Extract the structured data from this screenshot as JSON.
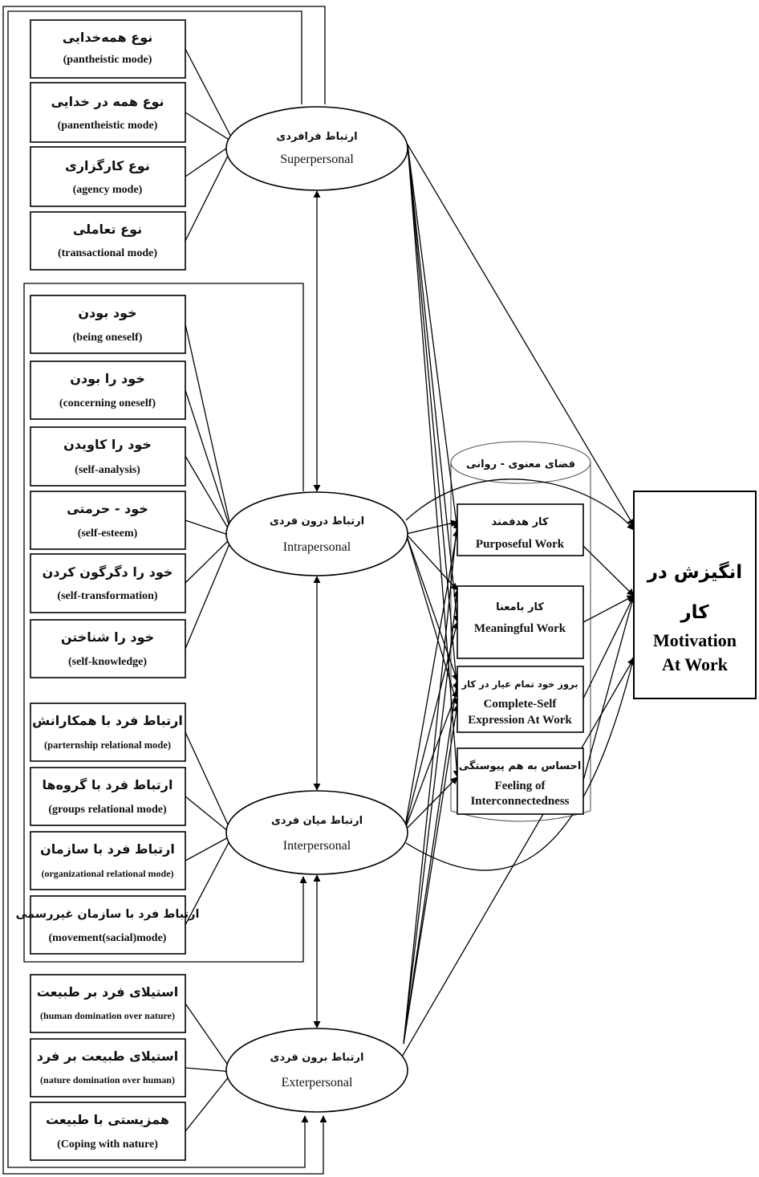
{
  "dimensions": {
    "superpersonal": {
      "fa": "ارتباط فرافردی",
      "en": "Superpersonal"
    },
    "intrapersonal": {
      "fa": "ارتباط درون فردی",
      "en": "Intrapersonal"
    },
    "interpersonal": {
      "fa": "ارتباط میان فردی",
      "en": "Interpersonal"
    },
    "exterpersonal": {
      "fa": "ارتباط برون فردی",
      "en": "Exterpersonal"
    }
  },
  "superpersonal_modes": [
    {
      "fa": "نوع همه‌خدایی",
      "en": "(pantheistic mode)"
    },
    {
      "fa": "نوع همه در خدایی",
      "en": "(panentheistic mode)"
    },
    {
      "fa": "نوع کارگزاری",
      "en": "(agency mode)"
    },
    {
      "fa": "نوع تعاملی",
      "en": "(transactional mode)"
    }
  ],
  "intrapersonal_modes": [
    {
      "fa": "خود بودن",
      "en": "(being oneself)"
    },
    {
      "fa": "خود را بودن",
      "en": "(concerning oneself)"
    },
    {
      "fa": "خود را کاویدن",
      "en": "(self-analysis)"
    },
    {
      "fa": "خود - حرمتی",
      "en": "(self-esteem)"
    },
    {
      "fa": "خود را دگرگون کردن",
      "en": "(self-transformation)"
    },
    {
      "fa": "خود را شناختن",
      "en": "(self-knowledge)"
    }
  ],
  "interpersonal_modes": [
    {
      "fa": "ارتباط فرد با همکارانش",
      "en": "(parternship relational mode)"
    },
    {
      "fa": "ارتباط فرد با گروه‌ها",
      "en": "(groups relational mode)"
    },
    {
      "fa": "ارتباط فرد با سازمان",
      "en": "(organizational relational mode)"
    },
    {
      "fa": "ارتباط فرد با سازمان غیررسمی",
      "en": "(movement(sacial)mode)"
    }
  ],
  "exterpersonal_modes": [
    {
      "fa": "استیلای فرد بر طبیعت",
      "en": "(human domination over nature)"
    },
    {
      "fa": "استیلای طبیعت بر فرد",
      "en": "(nature domination over human)"
    },
    {
      "fa": "همزیستی با طبیعت",
      "en": "(Coping with nature)"
    }
  ],
  "spiritual_space": {
    "title": "فضای معنوی - روانی",
    "items": [
      {
        "fa": "کار هدفمند",
        "en": [
          "Purposeful Work"
        ]
      },
      {
        "fa": "کار بامعنا",
        "en": [
          "Meaningful Work"
        ]
      },
      {
        "fa": "بروز خود تمام عیار در کار",
        "en": [
          "Complete-Self",
          "Expression At Work"
        ]
      },
      {
        "fa": "احساس به هم پیوستگی",
        "en": [
          "Feeling of",
          "Interconnectedness"
        ]
      }
    ]
  },
  "outcome": {
    "fa_line1": "انگیزش در",
    "fa_line2": "کار",
    "en_line1": "Motivation",
    "en_line2": "At Work"
  }
}
